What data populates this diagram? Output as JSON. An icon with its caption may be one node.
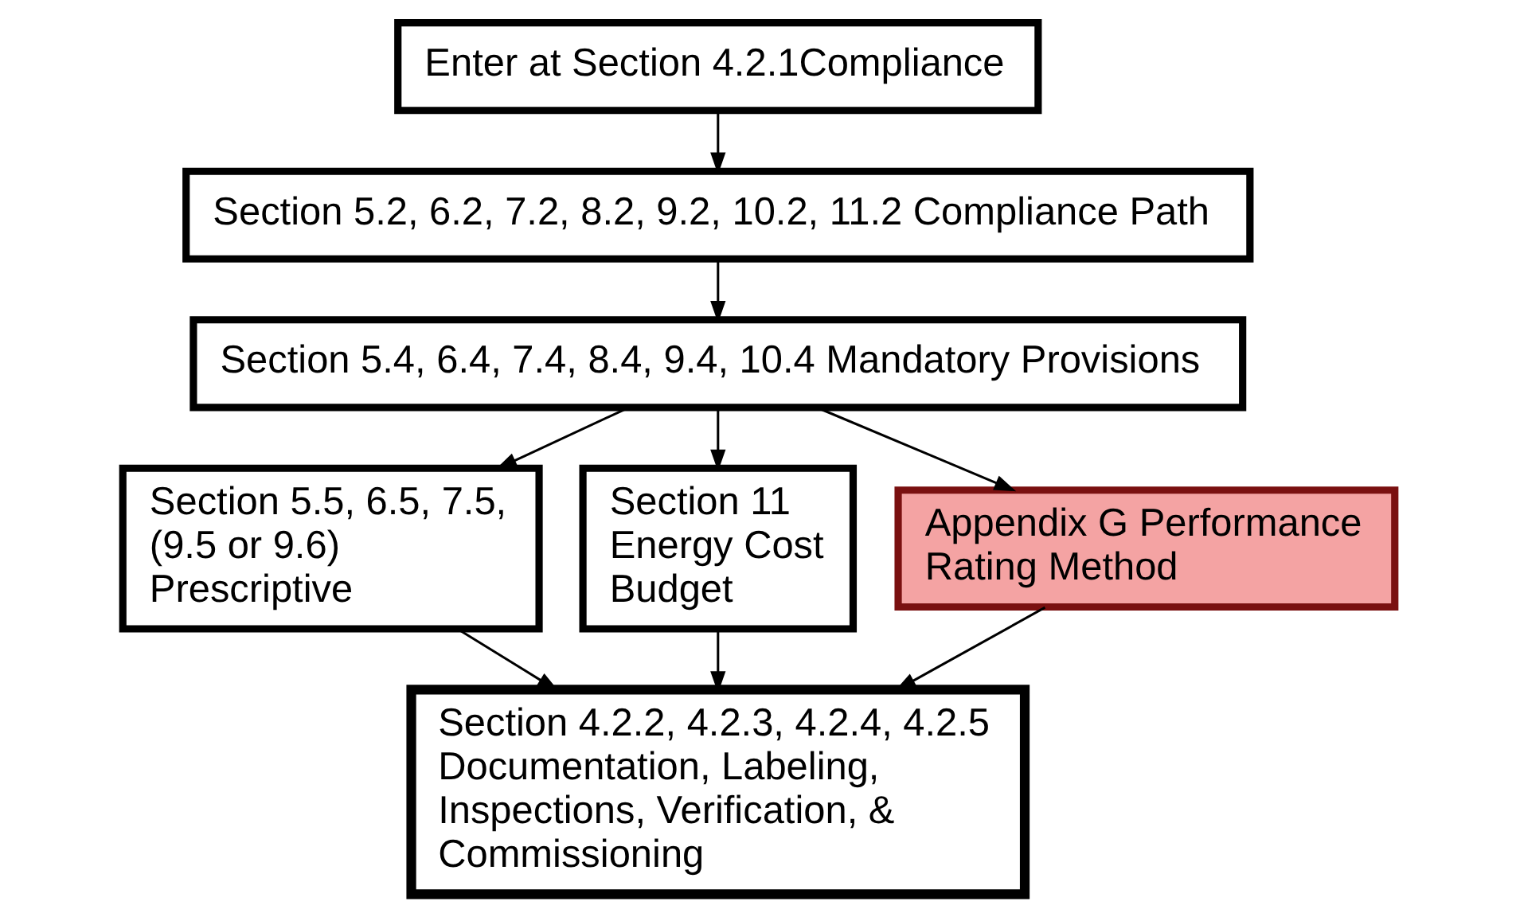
{
  "diagram": {
    "nodes": [
      {
        "text": [
          "Enter at Section 4.2.1Compliance"
        ]
      },
      {
        "text": [
          "Section 5.2, 6.2, 7.2, 8.2, 9.2, 10.2, 11.2 Compliance Path"
        ]
      },
      {
        "text": [
          "Section 5.4, 6.4, 7.4, 8.4, 9.4, 10.4 Mandatory Provisions"
        ]
      },
      {
        "text": [
          "Section 5.5, 6.5, 7.5, (9.5 or 9.6) Prescriptive"
        ]
      },
      {
        "text": [
          "Section 11 Energy Cost Budget"
        ]
      },
      {
        "text": [
          "Appendix G Performance Rating Method"
        ]
      },
      {
        "text": [
          "Section 4.2.2, 4.2.3, 4.2.4, 4.2.5 Documentation, Labeling, Inspections, Verification, & Commissioning"
        ]
      }
    ],
    "edges": [
      {
        "from": 0,
        "to": 1,
        "arrow": "to"
      },
      {
        "from": 1,
        "to": 2,
        "arrow": "to"
      },
      {
        "from": 2,
        "to": 3,
        "arrow": "to"
      },
      {
        "from": 2,
        "to": 4,
        "arrow": "to"
      },
      {
        "from": 2,
        "to": 5,
        "arrow": "to"
      },
      {
        "from": 3,
        "to": 6,
        "arrow": "to"
      },
      {
        "from": 4,
        "to": 6,
        "arrow": "to"
      },
      {
        "from": 5,
        "to": 6,
        "arrow": "to"
      }
    ]
  }
}
